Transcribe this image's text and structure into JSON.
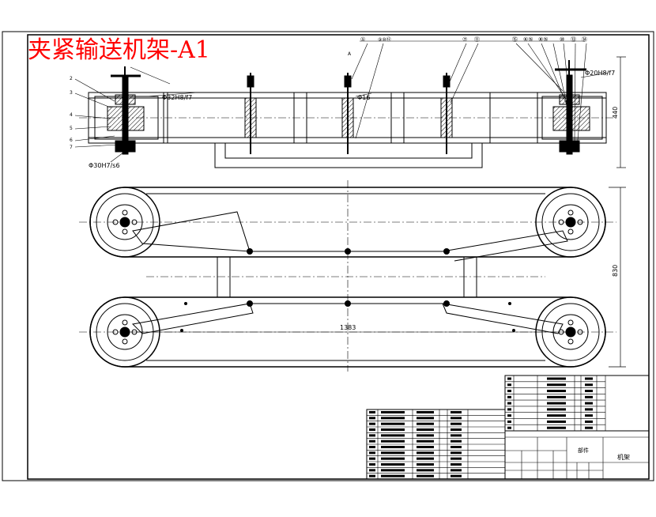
{
  "sheet": {
    "title": "夹紧输送机架-A1",
    "title_color": "#ff0000",
    "line_color": "#000000"
  },
  "top_view": {
    "fit_left": "Φ32H8/f7",
    "fit_right": "Φ20H8/f7",
    "fit_bottom": "Φ30H7/s6",
    "hole_dia": "Φ16",
    "height_dim": "440",
    "part_labels_left": [
      "2",
      "3",
      "4",
      "5",
      "6",
      "7"
    ],
    "callouts_top": [
      "①",
      "⑨⑩⑫",
      "⑦",
      "⑪",
      "⑮",
      "⑥⑤",
      "⑧⑤",
      "⑩",
      "⑬",
      "⑭"
    ],
    "section_mark": "A"
  },
  "front_view": {
    "width_dim": "1383",
    "height_dim": "830"
  },
  "title_block": {
    "drawing_name": "机架",
    "assembly_label": "部件"
  }
}
